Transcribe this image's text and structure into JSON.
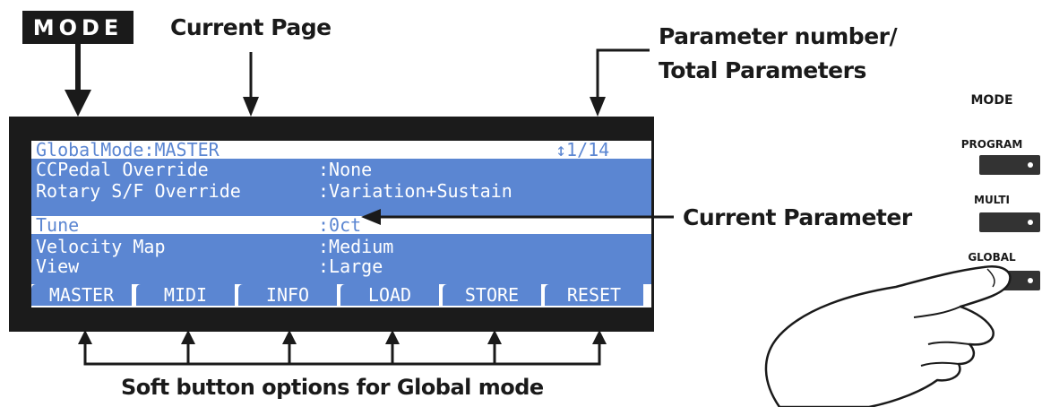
{
  "mode_badge": "MODE",
  "callouts": {
    "current_page": "Current Page",
    "param_line1": "Parameter number/",
    "param_line2": "Total Parameters",
    "current_parameter": "Current Parameter",
    "soft_buttons": "Soft button options for Global mode"
  },
  "lcd": {
    "header_left": "GlobalMode:MASTER",
    "header_right": "↕1/14",
    "rows": [
      {
        "name": "CCPedal Override",
        "value": ":None"
      },
      {
        "name": "Rotary S/F Override",
        "value": ":Variation+Sustain"
      },
      {
        "name": "Tune",
        "value": ":0ct"
      },
      {
        "name": "Velocity Map",
        "value": ":Medium"
      },
      {
        "name": "View",
        "value": ":Large"
      }
    ],
    "selected_row": 2,
    "soft_tabs": [
      "MASTER",
      "MIDI",
      "INFO",
      "LOAD",
      "STORE",
      "RESET"
    ]
  },
  "side_panel": {
    "title": "MODE",
    "buttons": [
      {
        "label": "PROGRAM"
      },
      {
        "label": "MULTI"
      },
      {
        "label": "GLOBAL"
      }
    ]
  },
  "colors": {
    "lcd_blue": "#5b86d2",
    "frame": "#1b1b1b",
    "ink": "#1a1a1a"
  }
}
